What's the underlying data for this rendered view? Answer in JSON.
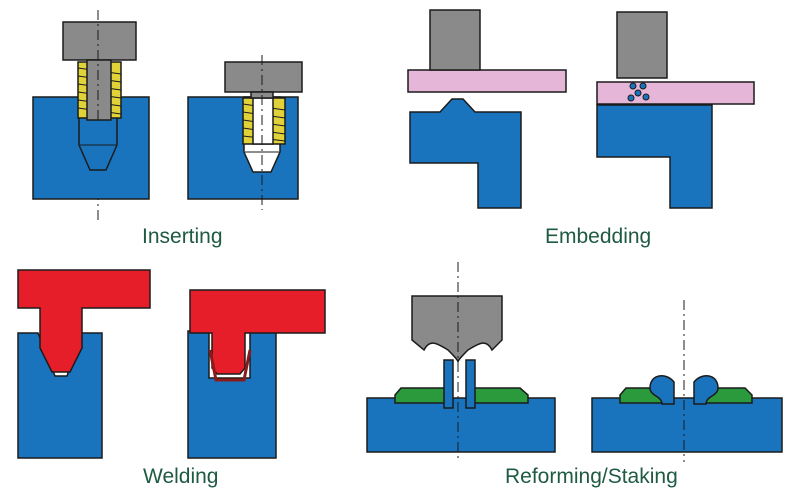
{
  "captions": {
    "inserting": "Inserting",
    "embedding": "Embedding",
    "welding": "Welding",
    "reforming": "Reforming/Staking"
  },
  "colors": {
    "caption_text": "#1f5a43",
    "base_part": "#1a74bd",
    "outline": "#1b1b1b",
    "tool": "#8a8a8a",
    "insert_thread": "#e2d23a",
    "embed_part": "#e6b6d8",
    "weld_part": "#e51e2a",
    "stake_washer": "#2a9a3c",
    "background": "#ffffff"
  },
  "icons": {
    "inserting_before": "threaded-insert-above-hole-illustration",
    "inserting_after": "threaded-insert-installed-illustration",
    "embedding_before": "plate-above-boss-illustration",
    "embedding_after": "plate-embedded-on-boss-illustration",
    "welding_before": "t-part-above-slot-illustration",
    "welding_after": "t-part-welded-in-slot-illustration",
    "reforming_before": "staking-tool-above-studs-illustration",
    "reforming_after": "staked-studs-illustration"
  }
}
